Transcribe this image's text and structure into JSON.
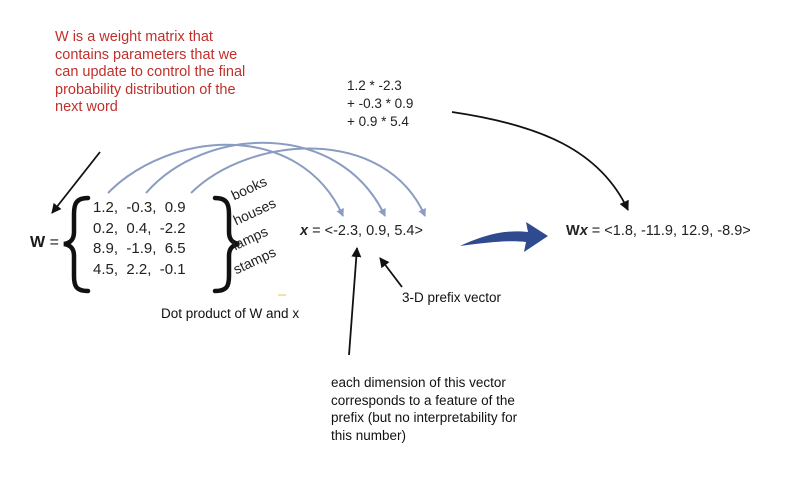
{
  "annotation": {
    "text": "W is a weight matrix that contains parameters that we can update to control the final probability distribution of the next word"
  },
  "calculation": {
    "line1": "1.2 * -2.3",
    "line2": "+ -0.3 * 0.9",
    "line3": "+ 0.9 * 5.4"
  },
  "matrix": {
    "label": "W",
    "equals": "=",
    "rows": [
      "1.2,  -0.3,  0.9",
      "0.2,  0.4,  -2.2",
      "8.9,  -1.9,  6.5",
      "4.5,  2.2,  -0.1"
    ],
    "words": [
      "books",
      "houses",
      "lamps",
      "stamps"
    ]
  },
  "vector": {
    "symbol": "x",
    "value": " = <-2.3, 0.9, 5.4>"
  },
  "result": {
    "symbol_w": "W",
    "symbol_x": "x",
    "value": " = <1.8, -11.9,  12.9,  -8.9>"
  },
  "labels": {
    "dot_product": "Dot product of W and x",
    "prefix_vector": "3-D prefix vector",
    "dimension_note": "each dimension of this vector corresponds to a feature of the prefix (but no interpretability for this number)"
  },
  "colors": {
    "red_text": "#c0302b",
    "arc_blue": "#8a9cc2",
    "big_arrow": "#2f4a8f",
    "black": "#111111"
  }
}
